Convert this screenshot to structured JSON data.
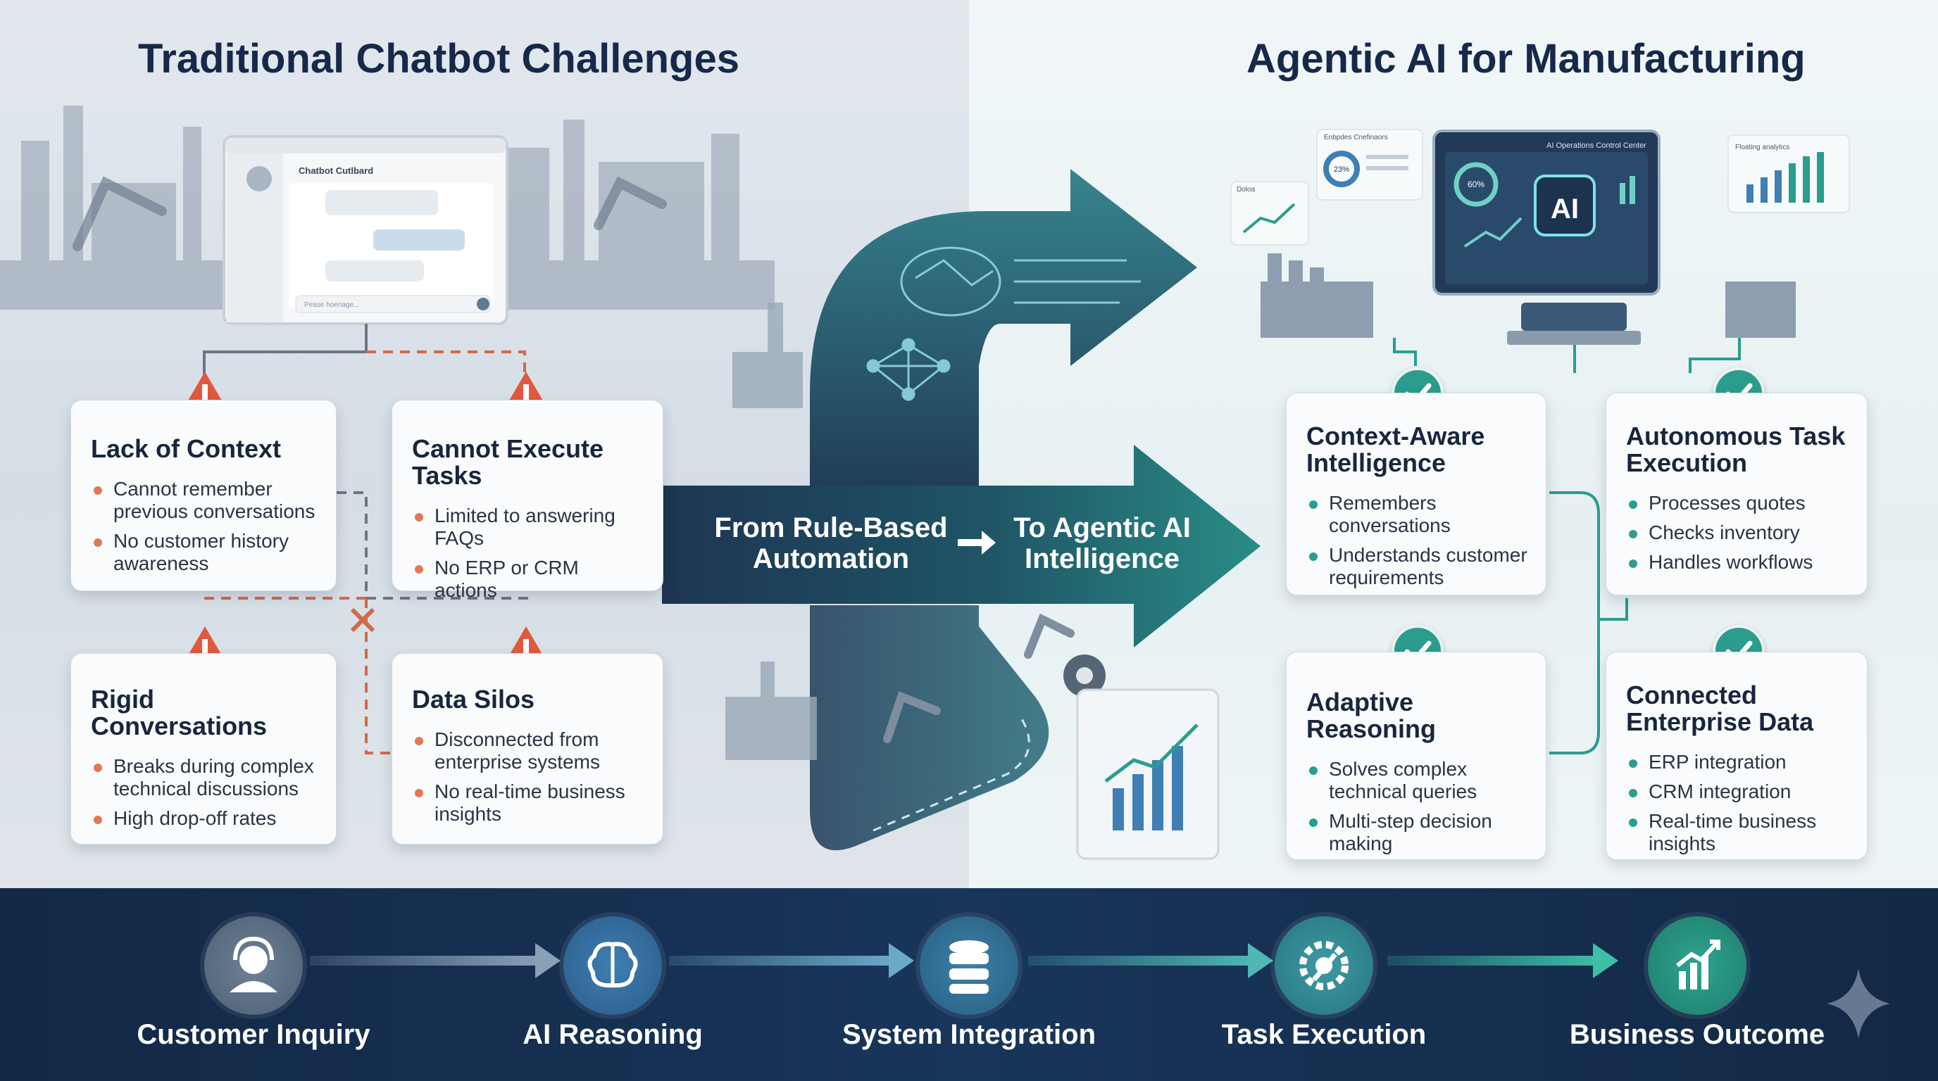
{
  "left_title": "Traditional Chatbot Challenges",
  "right_title": "Agentic AI for Manufacturing",
  "chatbot_window": {
    "title": "Chatbot Cutlbard",
    "input_placeholder": "Pease hoenage..."
  },
  "challenges": [
    {
      "title": "Lack of Context",
      "bullets": [
        "Cannot remember previous conversations",
        "No customer history awareness"
      ]
    },
    {
      "title": "Cannot Execute Tasks",
      "bullets": [
        "Limited to answering FAQs",
        "No ERP or CRM actions"
      ]
    },
    {
      "title": "Rigid Conversations",
      "bullets": [
        "Breaks during complex technical discussions",
        "High drop-off rates"
      ]
    },
    {
      "title": "Data Silos",
      "bullets": [
        "Disconnected from enterprise systems",
        "No real-time business insights"
      ]
    }
  ],
  "transition": {
    "from": "From Rule-Based Automation",
    "to": "To Agentic AI Intelligence"
  },
  "control_center": {
    "title": "AI Operations Control Center",
    "ai_label": "AI",
    "gauge": "60%"
  },
  "floating_panels": {
    "left_card": "Enbpdes Cnefinaors",
    "left_gauge": "23%",
    "small_card": "Doloa",
    "analytics_card": "Floating analytics"
  },
  "benefits": [
    {
      "title": "Context-Aware Intelligence",
      "bullets": [
        "Remembers conversations",
        "Understands customer requirements"
      ]
    },
    {
      "title": "Autonomous Task Execution",
      "bullets": [
        "Processes quotes",
        "Checks inventory",
        "Handles workflows"
      ]
    },
    {
      "title": "Adaptive Reasoning",
      "bullets": [
        "Solves complex technical queries",
        "Multi-step decision making"
      ]
    },
    {
      "title": "Connected Enterprise Data",
      "bullets": [
        "ERP integration",
        "CRM integration",
        "Real-time business insights"
      ]
    }
  ],
  "workflow": [
    {
      "label": "Customer Inquiry",
      "icon": "headset-icon"
    },
    {
      "label": "AI Reasoning",
      "icon": "brain-icon"
    },
    {
      "label": "System Integration",
      "icon": "database-icon"
    },
    {
      "label": "Task Execution",
      "icon": "gear-wrench-icon"
    },
    {
      "label": "Business Outcome",
      "icon": "growth-chart-icon"
    }
  ],
  "colors": {
    "navy": "#16294a",
    "teal": "#2a9d8f",
    "warning": "#e2583e",
    "bullet_orange": "#e07a54",
    "footer": "#132845"
  }
}
